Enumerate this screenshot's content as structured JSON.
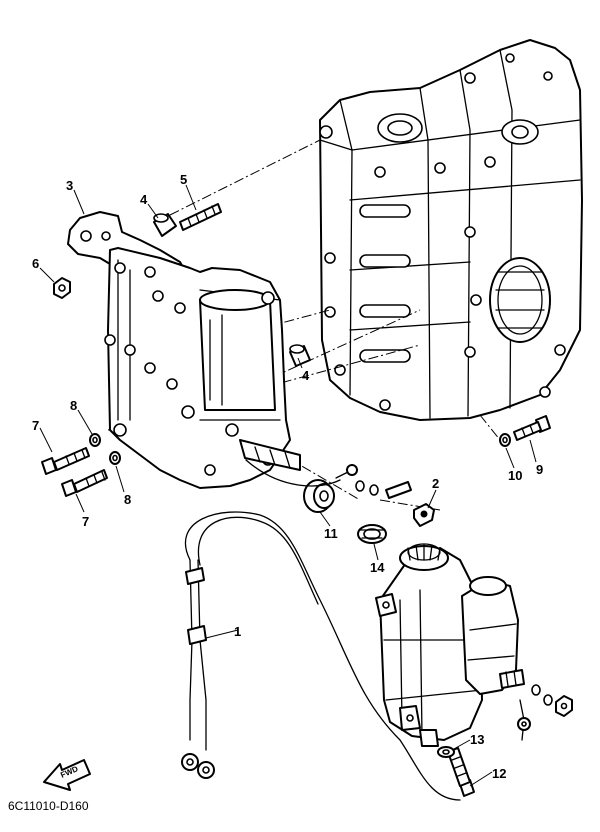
{
  "diagram": {
    "catalog_code": "6C11010-D160",
    "direction_label": "FWD",
    "callouts": {
      "c1": "1",
      "c2": "2",
      "c3": "3",
      "c4a": "4",
      "c4b": "4",
      "c5": "5",
      "c6": "6",
      "c7a": "7",
      "c7b": "7",
      "c8a": "8",
      "c8b": "8",
      "c9": "9",
      "c10": "10",
      "c11": "11",
      "c12": "12",
      "c13": "13",
      "c14": "14"
    }
  }
}
